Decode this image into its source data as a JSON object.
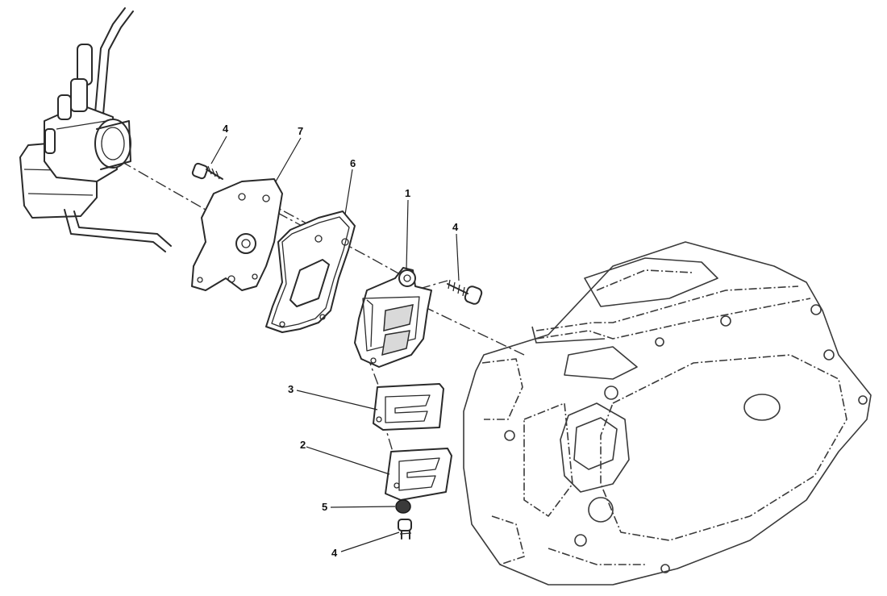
{
  "callouts": {
    "c1": "1",
    "c2": "2",
    "c3": "3",
    "c4a": "4",
    "c4b": "4",
    "c4c": "4",
    "c5": "5",
    "c6": "6",
    "c7": "7"
  }
}
